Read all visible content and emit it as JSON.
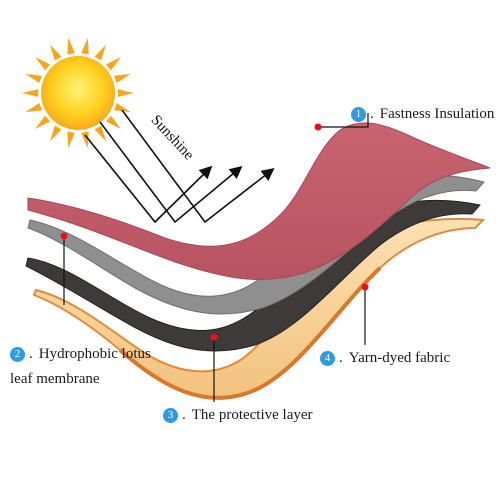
{
  "diagram": {
    "sun_label": "Sunshine",
    "colors": {
      "sun_core": "#ffd21f",
      "sun_ray": "#f9a51b",
      "layer_top": "#c15d6b",
      "layer_gray": "#8f8f8f",
      "layer_dark": "#3e3a3a",
      "layer_bottom": "#f7cf93",
      "layer_bottom_edge": "#e08b3c",
      "marker": "#e8101c",
      "callout_badge": "#2f9ae0"
    },
    "callouts": [
      {
        "number": "1",
        "suffix": ".",
        "text": "Fastness Insulation"
      },
      {
        "number": "2",
        "suffix": ".",
        "text": "Hydrophobic lotus",
        "text2": "leaf membrane"
      },
      {
        "number": "3",
        "suffix": ".",
        "text": "The protective layer"
      },
      {
        "number": "4",
        "suffix": ".",
        "text": "Yarn-dyed fabric"
      }
    ]
  }
}
